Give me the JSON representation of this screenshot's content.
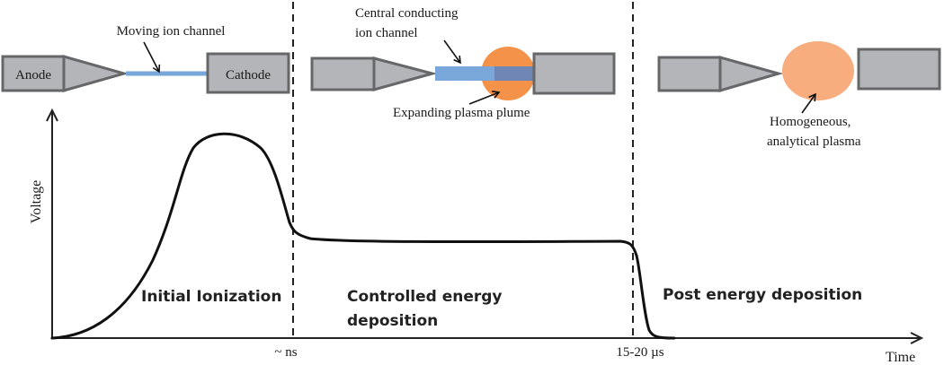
{
  "colors": {
    "electrode_fill": "#b4b5b8",
    "electrode_stroke": "#666769",
    "ion_channel": "#7aa7d9",
    "ion_channel_dark": "#6f86b4",
    "plasma_expanding": "#f39248",
    "plasma_homogeneous": "#f8ad7f",
    "curve": "#111111",
    "axis": "#222222"
  },
  "stage1": {
    "anode_label": "Anode",
    "cathode_label": "Cathode",
    "annotation": "Moving ion channel"
  },
  "stage2": {
    "annotation_line1": "Central conducting",
    "annotation_line2": "ion channel",
    "plume_annotation": "Expanding plasma plume"
  },
  "stage3": {
    "annotation_line1": "Homogeneous,",
    "annotation_line2": "analytical plasma"
  },
  "axes": {
    "ylabel": "Voltage",
    "xlabel": "Time",
    "tick_1": "~ ns",
    "tick_2": "15-20 µs"
  },
  "phases": {
    "phase1": "Initial Ionization",
    "phase2_line1": "Controlled energy",
    "phase2_line2": "deposition",
    "phase3": "Post energy deposition"
  },
  "chart_data": {
    "type": "line",
    "title": "",
    "xlabel": "Time",
    "ylabel": "Voltage",
    "x_ticks": [
      "~ ns",
      "15-20 µs"
    ],
    "series": [
      {
        "name": "Voltage",
        "description": "Qualitative discharge voltage profile: rises to a peak during initial ionization, drops to a plateau during controlled energy deposition, then falls to zero after 15-20 µs",
        "points": [
          [
            0,
            0
          ],
          [
            0.1,
            0.12
          ],
          [
            0.2,
            0.45
          ],
          [
            0.3,
            0.88
          ],
          [
            0.4,
            1.0
          ],
          [
            0.5,
            0.95
          ],
          [
            0.56,
            0.75
          ],
          [
            0.6,
            0.56
          ],
          [
            0.7,
            0.5
          ],
          [
            1.0,
            0.49
          ],
          [
            1.4,
            0.49
          ],
          [
            1.45,
            0.46
          ],
          [
            1.5,
            0.1
          ],
          [
            1.55,
            0.0
          ],
          [
            1.6,
            0.0
          ]
        ]
      }
    ],
    "phase_boundaries": [
      "~ ns",
      "15-20 µs"
    ],
    "grid": false
  }
}
